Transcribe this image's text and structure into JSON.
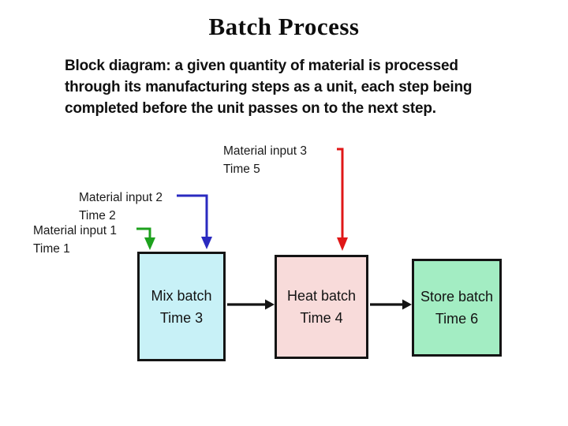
{
  "slide": {
    "title": "Batch Process"
  },
  "description": {
    "lines": [
      "Block diagram: a given quantity of material is processed",
      "through its manufacturing steps as a unit, each step being",
      "completed before the unit passes on to the next step."
    ]
  },
  "inputs": [
    {
      "label": "Material input 1",
      "time": "Time 1",
      "color": "#1da11d"
    },
    {
      "label": "Material input 2",
      "time": "Time 2",
      "color": "#2a2ac0"
    },
    {
      "label": "Material input 3",
      "time": "Time 5",
      "color": "#e01717"
    }
  ],
  "steps": [
    {
      "name": "Mix batch",
      "time": "Time 3",
      "fill": "#c8f1f7"
    },
    {
      "name": "Heat batch",
      "time": "Time 4",
      "fill": "#f8dbda"
    },
    {
      "name": "Store batch",
      "time": "Time 6",
      "fill": "#a3edc3"
    }
  ],
  "flow_arrow_color": "#141414"
}
